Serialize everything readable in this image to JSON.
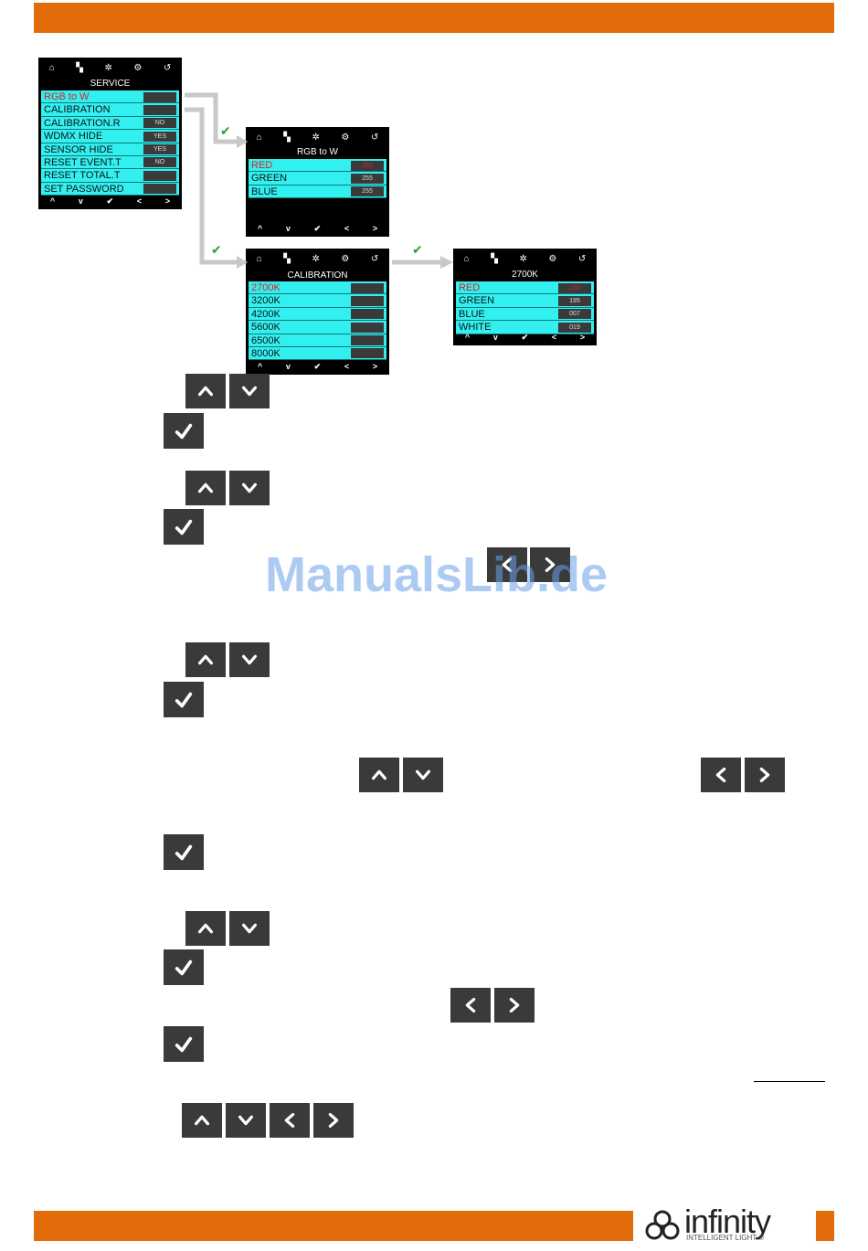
{
  "header": {
    "color": "#e36c0a"
  },
  "footer": {
    "color": "#e36c0a",
    "logo_word": "infinity",
    "logo_tagline": "INTELLIGENT LIGHT ®"
  },
  "watermark": "ManualsLib.de",
  "screens": {
    "service": {
      "title": "SERVICE",
      "rows": [
        {
          "label": "RGB to W",
          "value": "",
          "selected": true
        },
        {
          "label": "CALIBRATION",
          "value": ""
        },
        {
          "label": "CALIBRATION.R",
          "value": "NO"
        },
        {
          "label": "WDMX HIDE",
          "value": "YES"
        },
        {
          "label": "SENSOR HIDE",
          "value": "YES"
        },
        {
          "label": "RESET EVENT.T",
          "value": "NO"
        },
        {
          "label": "RESET TOTAL.T",
          "value": ""
        },
        {
          "label": "SET PASSWORD",
          "value": ""
        }
      ]
    },
    "rgb_to_w": {
      "title": "RGB to W",
      "rows": [
        {
          "label": "RED",
          "value": "255",
          "selected": true
        },
        {
          "label": "GREEN",
          "value": "255"
        },
        {
          "label": "BLUE",
          "value": "255"
        }
      ]
    },
    "calibration": {
      "title": "CALIBRATION",
      "rows": [
        {
          "label": "2700K",
          "value": "",
          "selected": true
        },
        {
          "label": "3200K",
          "value": ""
        },
        {
          "label": "4200K",
          "value": ""
        },
        {
          "label": "5600K",
          "value": ""
        },
        {
          "label": "6500K",
          "value": ""
        },
        {
          "label": "8000K",
          "value": ""
        }
      ]
    },
    "k2700": {
      "title": "2700K",
      "rows": [
        {
          "label": "RED",
          "value": "230",
          "selected": true
        },
        {
          "label": "GREEN",
          "value": "195"
        },
        {
          "label": "BLUE",
          "value": "007"
        },
        {
          "label": "WHITE",
          "value": "019"
        }
      ]
    }
  },
  "lcd_icons": [
    "home-icon",
    "dmx-icon",
    "light-icon",
    "settings-icon",
    "back-icon"
  ],
  "lcd_bottom": [
    "up",
    "down",
    "enter",
    "left",
    "right"
  ],
  "row_color": "#33f0f0",
  "check_color": "#2e9e2e"
}
